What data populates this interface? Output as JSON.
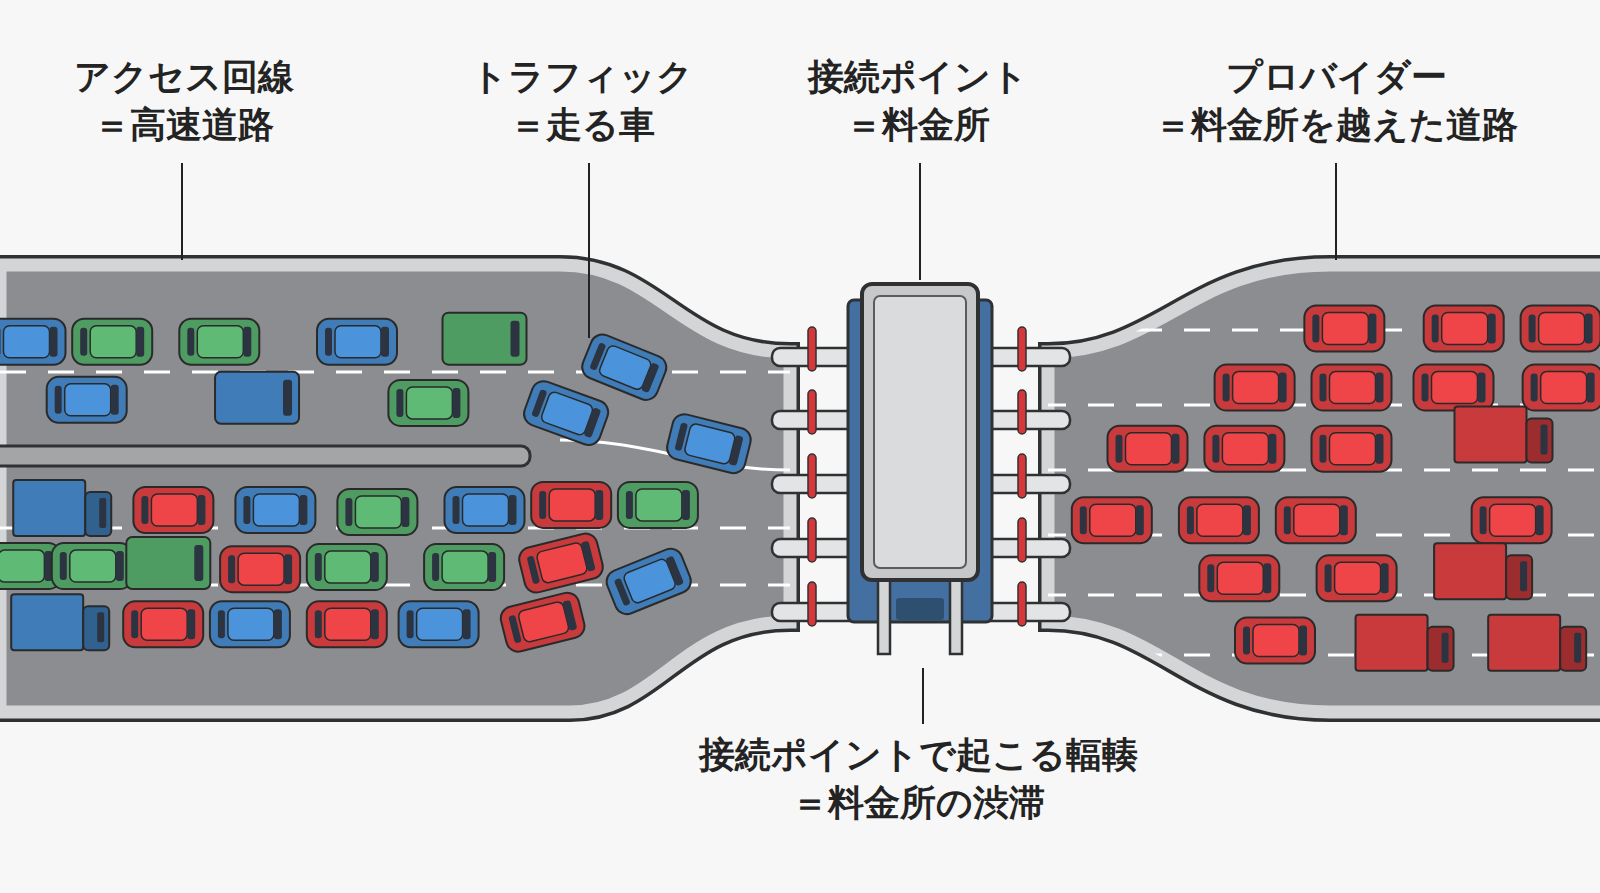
{
  "diagram": {
    "labels": [
      "アクセス回線",
      "＝高速道路",
      "トラフィック",
      "＝走る車",
      "接続ポイント",
      "＝料金所",
      "プロバイダー",
      "＝料金所を越えた道路",
      "接続ポイントで起こる輻輳",
      "＝料金所の渋滞"
    ]
  }
}
